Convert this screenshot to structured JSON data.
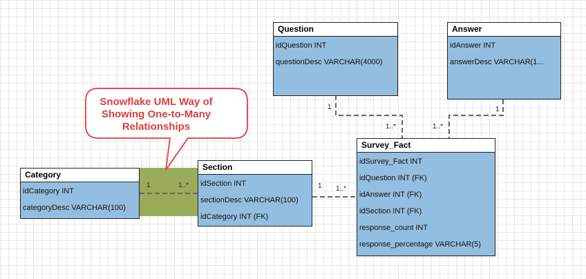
{
  "callout": {
    "text": "Snowflake UML Way of Showing One-to-Many Relationships",
    "text_color": "#d84040",
    "border_color": "#e05050"
  },
  "colors": {
    "entity_body": "#94bedf",
    "highlight": "#9aab5a",
    "connector": "#666666"
  },
  "entities": {
    "category": {
      "title": "Category",
      "attributes": [
        "idCategory INT",
        "categoryDesc VARCHAR(100)"
      ]
    },
    "section": {
      "title": "Section",
      "attributes": [
        "idSection INT",
        "sectionDesc VARCHAR(100)",
        "idCategory INT (FK)"
      ]
    },
    "question": {
      "title": "Question",
      "attributes": [
        "idQuestion INT",
        "questionDesc VARCHAR(4000)"
      ]
    },
    "answer": {
      "title": "Answer",
      "attributes": [
        "idAnswer INT",
        "answerDesc VARCHAR(1..."
      ]
    },
    "survey_fact": {
      "title": "Survey_Fact",
      "attributes": [
        "idSurvey_Fact INT",
        "idQuestion INT (FK)",
        "idAnswer INT (FK)",
        "idSection INT (FK)",
        "response_count INT",
        "response_percentage VARCHAR(5)"
      ]
    }
  },
  "relationships": {
    "category_section": {
      "one": "1",
      "many": "1..*"
    },
    "section_fact": {
      "one": "1",
      "many": "1..*"
    },
    "question_fact": {
      "one": "1",
      "many": "1..*"
    },
    "answer_fact": {
      "one": "1",
      "many": "1..*"
    }
  }
}
